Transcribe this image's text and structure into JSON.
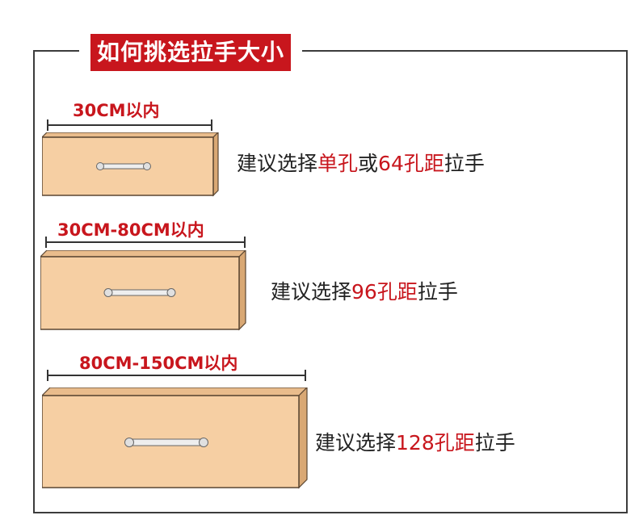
{
  "title": "如何挑选拉手大小",
  "colors": {
    "accent": "#c8161d",
    "drawer_face": "#f6cfa3",
    "drawer_top": "#e9bc8c",
    "drawer_side": "#d9a874"
  },
  "rows": [
    {
      "size_label": "30CM以内",
      "rec_prefix": "建议选择",
      "rec_parts": [
        {
          "text": "单孔",
          "highlight": true
        },
        {
          "text": "或",
          "highlight": false
        },
        {
          "text": "64孔距",
          "highlight": true
        },
        {
          "text": "拉手",
          "highlight": false
        }
      ],
      "handle_icon": "drawer-handle-icon"
    },
    {
      "size_label": "30CM-80CM以内",
      "rec_prefix": "建议选择",
      "rec_parts": [
        {
          "text": "96孔距",
          "highlight": true
        },
        {
          "text": "拉手",
          "highlight": false
        }
      ],
      "handle_icon": "drawer-handle-icon"
    },
    {
      "size_label": "80CM-150CM以内",
      "rec_prefix": "建议选择",
      "rec_parts": [
        {
          "text": "128孔距",
          "highlight": true
        },
        {
          "text": "拉手",
          "highlight": false
        }
      ],
      "handle_icon": "drawer-handle-icon"
    }
  ]
}
